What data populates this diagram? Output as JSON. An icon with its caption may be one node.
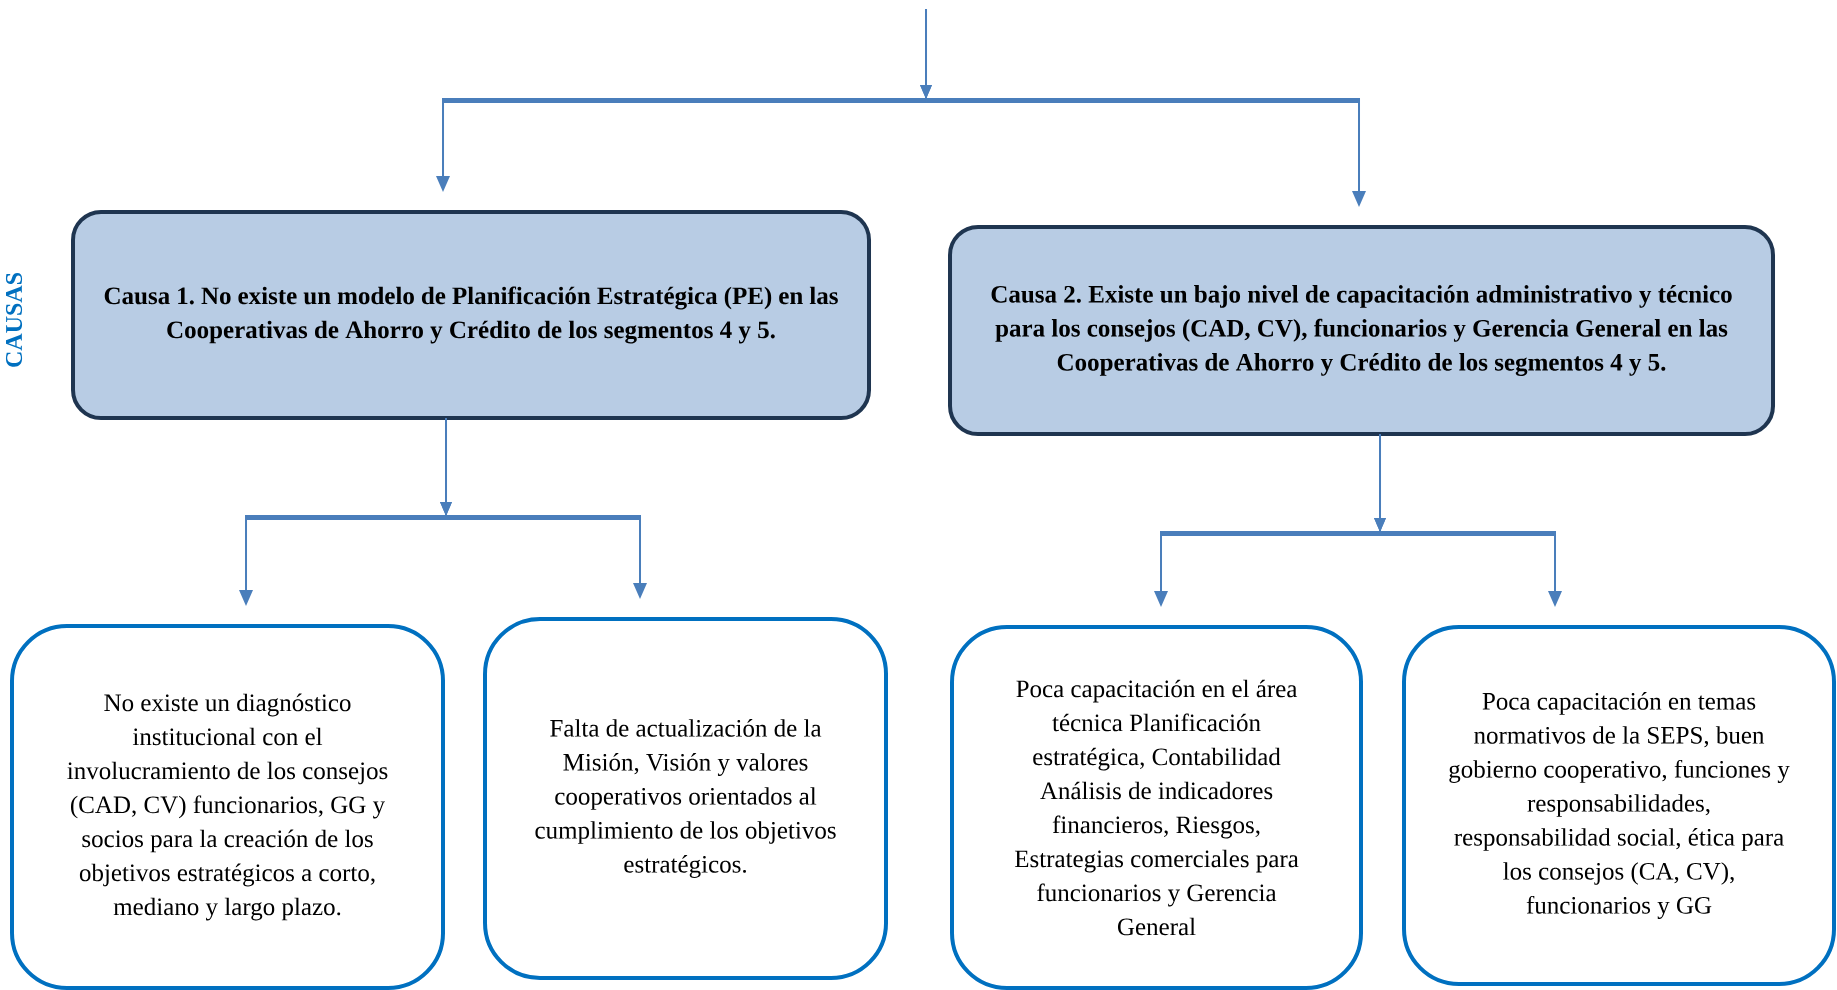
{
  "diagram": {
    "nodes": [
      {
        "text": [
          "Causa 1. No existe un modelo de Planificación Estratégica (PE) en las Cooperativas de Ahorro y Crédito de los segmentos 4 y 5."
        ]
      },
      {
        "text": [
          "Causa 2. Existe un bajo nivel de capacitación administrativo y técnico para los consejos (CAD, CV), funcionarios y Gerencia General en las Cooperativas de Ahorro y Crédito de los segmentos 4 y 5."
        ]
      },
      {
        "text": [
          "No existe un diagnóstico institucional con el involucramiento de los consejos (CAD, CV) funcionarios, GG y socios para la creación de los objetivos estratégicos a corto, mediano y largo plazo."
        ]
      },
      {
        "text": [
          "Falta de actualización de la Misión, Visión y valores cooperativos orientados al cumplimiento de los objetivos estratégicos."
        ]
      },
      {
        "text": [
          "Poca capacitación en el área técnica Planificación estratégica, Contabilidad Análisis de indicadores financieros, Riesgos, Estrategias comerciales para funcionarios y Gerencia General"
        ]
      },
      {
        "text": [
          "Poca capacitación en temas normativos de la SEPS, buen gobierno cooperativo, funciones y responsabilidades, responsabilidad social, ética para los consejos (CA, CV), funcionarios y GG"
        ]
      }
    ],
    "edges": [
      {
        "from": null,
        "to": 0,
        "arrow": "to"
      },
      {
        "from": null,
        "to": 1,
        "arrow": "to"
      },
      {
        "from": 0,
        "to": 2,
        "arrow": "to"
      },
      {
        "from": 0,
        "to": 3,
        "arrow": "to"
      },
      {
        "from": 1,
        "to": 4,
        "arrow": "to"
      },
      {
        "from": 1,
        "to": 5,
        "arrow": "to"
      }
    ],
    "labels": [
      "CAUSAS"
    ]
  }
}
